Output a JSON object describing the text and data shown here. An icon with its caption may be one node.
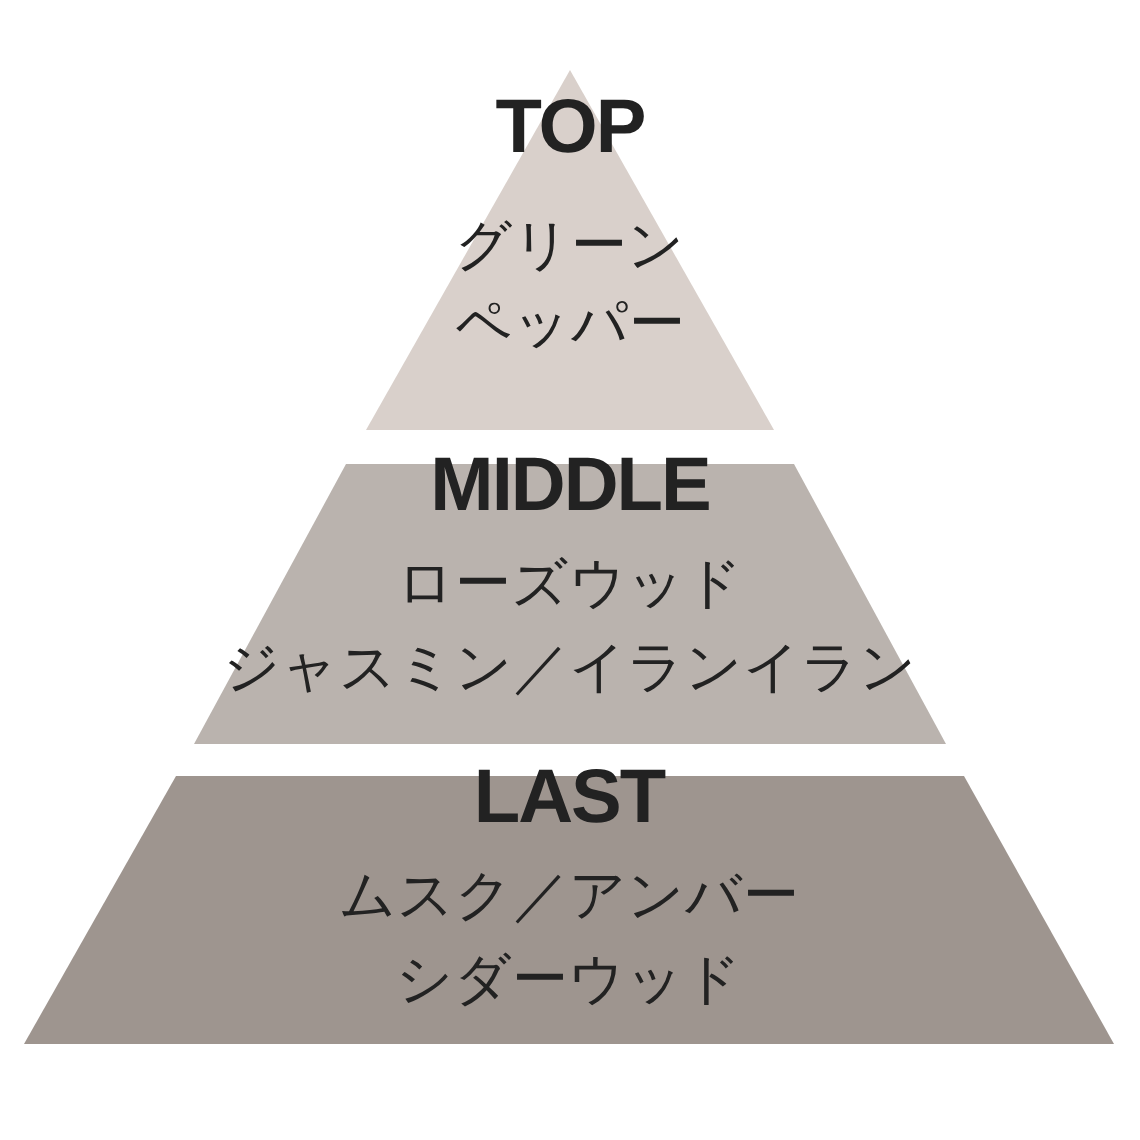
{
  "diagram": {
    "nodes": [
      {
        "text": [
          "TOP",
          "グリーンペッパー"
        ]
      },
      {
        "text": [
          "MIDDLE",
          "ローズウッド",
          "ジャスミン／イランイラン"
        ]
      },
      {
        "text": [
          "LAST",
          "ムスク／アンバー",
          "シダーウッド"
        ]
      }
    ]
  }
}
